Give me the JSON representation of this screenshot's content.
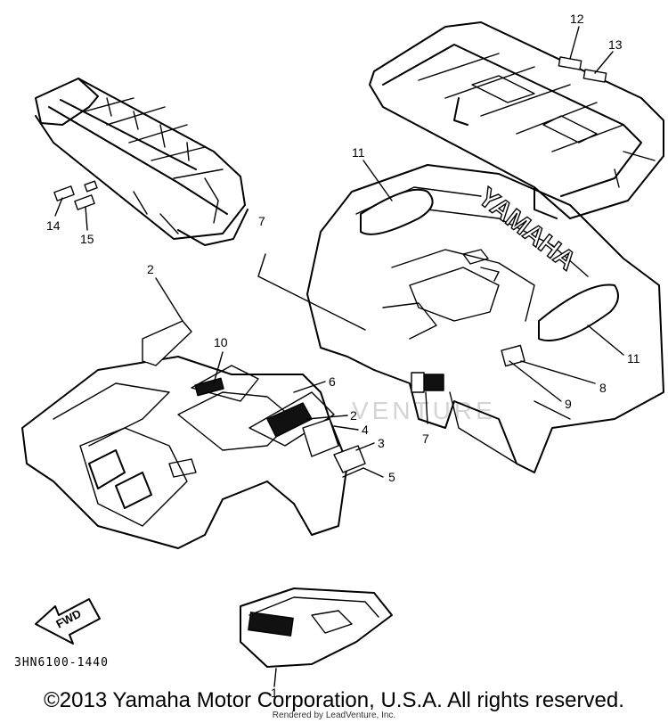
{
  "watermark": "VENTURE",
  "logo_text": "YAMAHA",
  "fwd_label": "FWD",
  "part_code": "3HN6100-1440",
  "callouts": [
    "1",
    "2",
    "2",
    "3",
    "4",
    "5",
    "6",
    "7",
    "7",
    "8",
    "9",
    "10",
    "11",
    "11",
    "12",
    "13",
    "14",
    "15"
  ],
  "copyright": "©2013 Yamaha Motor Corporation, U.S.A. All rights reserved.",
  "rendered_by": "Rendered by LeadVenture, Inc."
}
